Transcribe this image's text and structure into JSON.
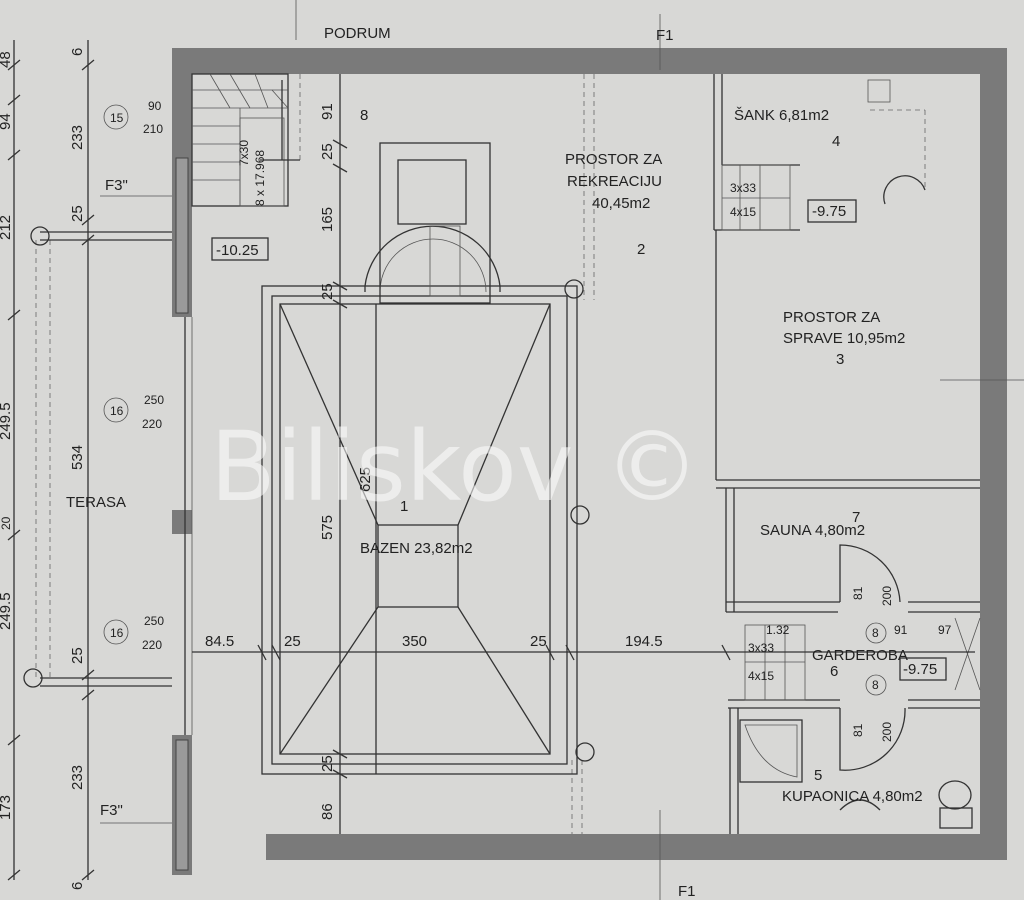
{
  "level_label": "PODRUM",
  "grid_labels": {
    "top": "F1",
    "bottom": "F1",
    "left_top": "F3\"",
    "left_bottom": "F3\""
  },
  "rooms": {
    "pool": {
      "number": "1",
      "name": "BAZEN 23,82m2"
    },
    "recreation": {
      "number": "2",
      "name_line1": "PROSTOR ZA",
      "name_line2": "REKREACIJU",
      "area": "40,45m2"
    },
    "equipment": {
      "number": "3",
      "name_line1": "PROSTOR ZA",
      "name_line2": "SPRAVE 10,95m2"
    },
    "bar": {
      "number": "4",
      "name": "ŠANK 6,81m2"
    },
    "bathroom": {
      "number": "5",
      "name": "KUPAONICA 4,80m2"
    },
    "wardrobe": {
      "number": "6",
      "name": "GARDEROBA"
    },
    "sauna": {
      "number": "7",
      "name": "SAUNA 4,80m2"
    },
    "stair": {
      "number": "8"
    },
    "terrace": {
      "name": "TERASA"
    }
  },
  "levels": {
    "main": "-10.25",
    "bar": "-9.75",
    "wardrobe": "-9.75"
  },
  "stairs": {
    "main_line1": "7x30",
    "main_line2": "8 x 17.968",
    "small1_line1": "3x33",
    "small1_line2": "4x15",
    "small2_line1": "3x33",
    "small2_line2": "4x15"
  },
  "openings": {
    "o15": {
      "id": "15",
      "w": "90",
      "h": "210"
    },
    "o16a": {
      "id": "16",
      "w": "250",
      "h": "220"
    },
    "o16b": {
      "id": "16",
      "w": "250",
      "h": "220"
    },
    "o8a": {
      "id": "8",
      "w": "81",
      "h": "200"
    },
    "o8b": {
      "id": "8",
      "w": "81",
      "h": "200"
    }
  },
  "dimensions": {
    "horizontal": [
      "84.5",
      "25",
      "350",
      "25",
      "194.5",
      "1.32",
      "91",
      "97"
    ],
    "vertical_pool": [
      "91",
      "25",
      "165",
      "25",
      "625",
      "575",
      "25",
      "86"
    ],
    "left_chain": [
      "48",
      "6",
      "94",
      "233",
      "212",
      "25",
      "249.5",
      "534",
      "20",
      "249.5",
      "25",
      "233",
      "173",
      "6"
    ]
  },
  "watermark": "Biliskov ©"
}
